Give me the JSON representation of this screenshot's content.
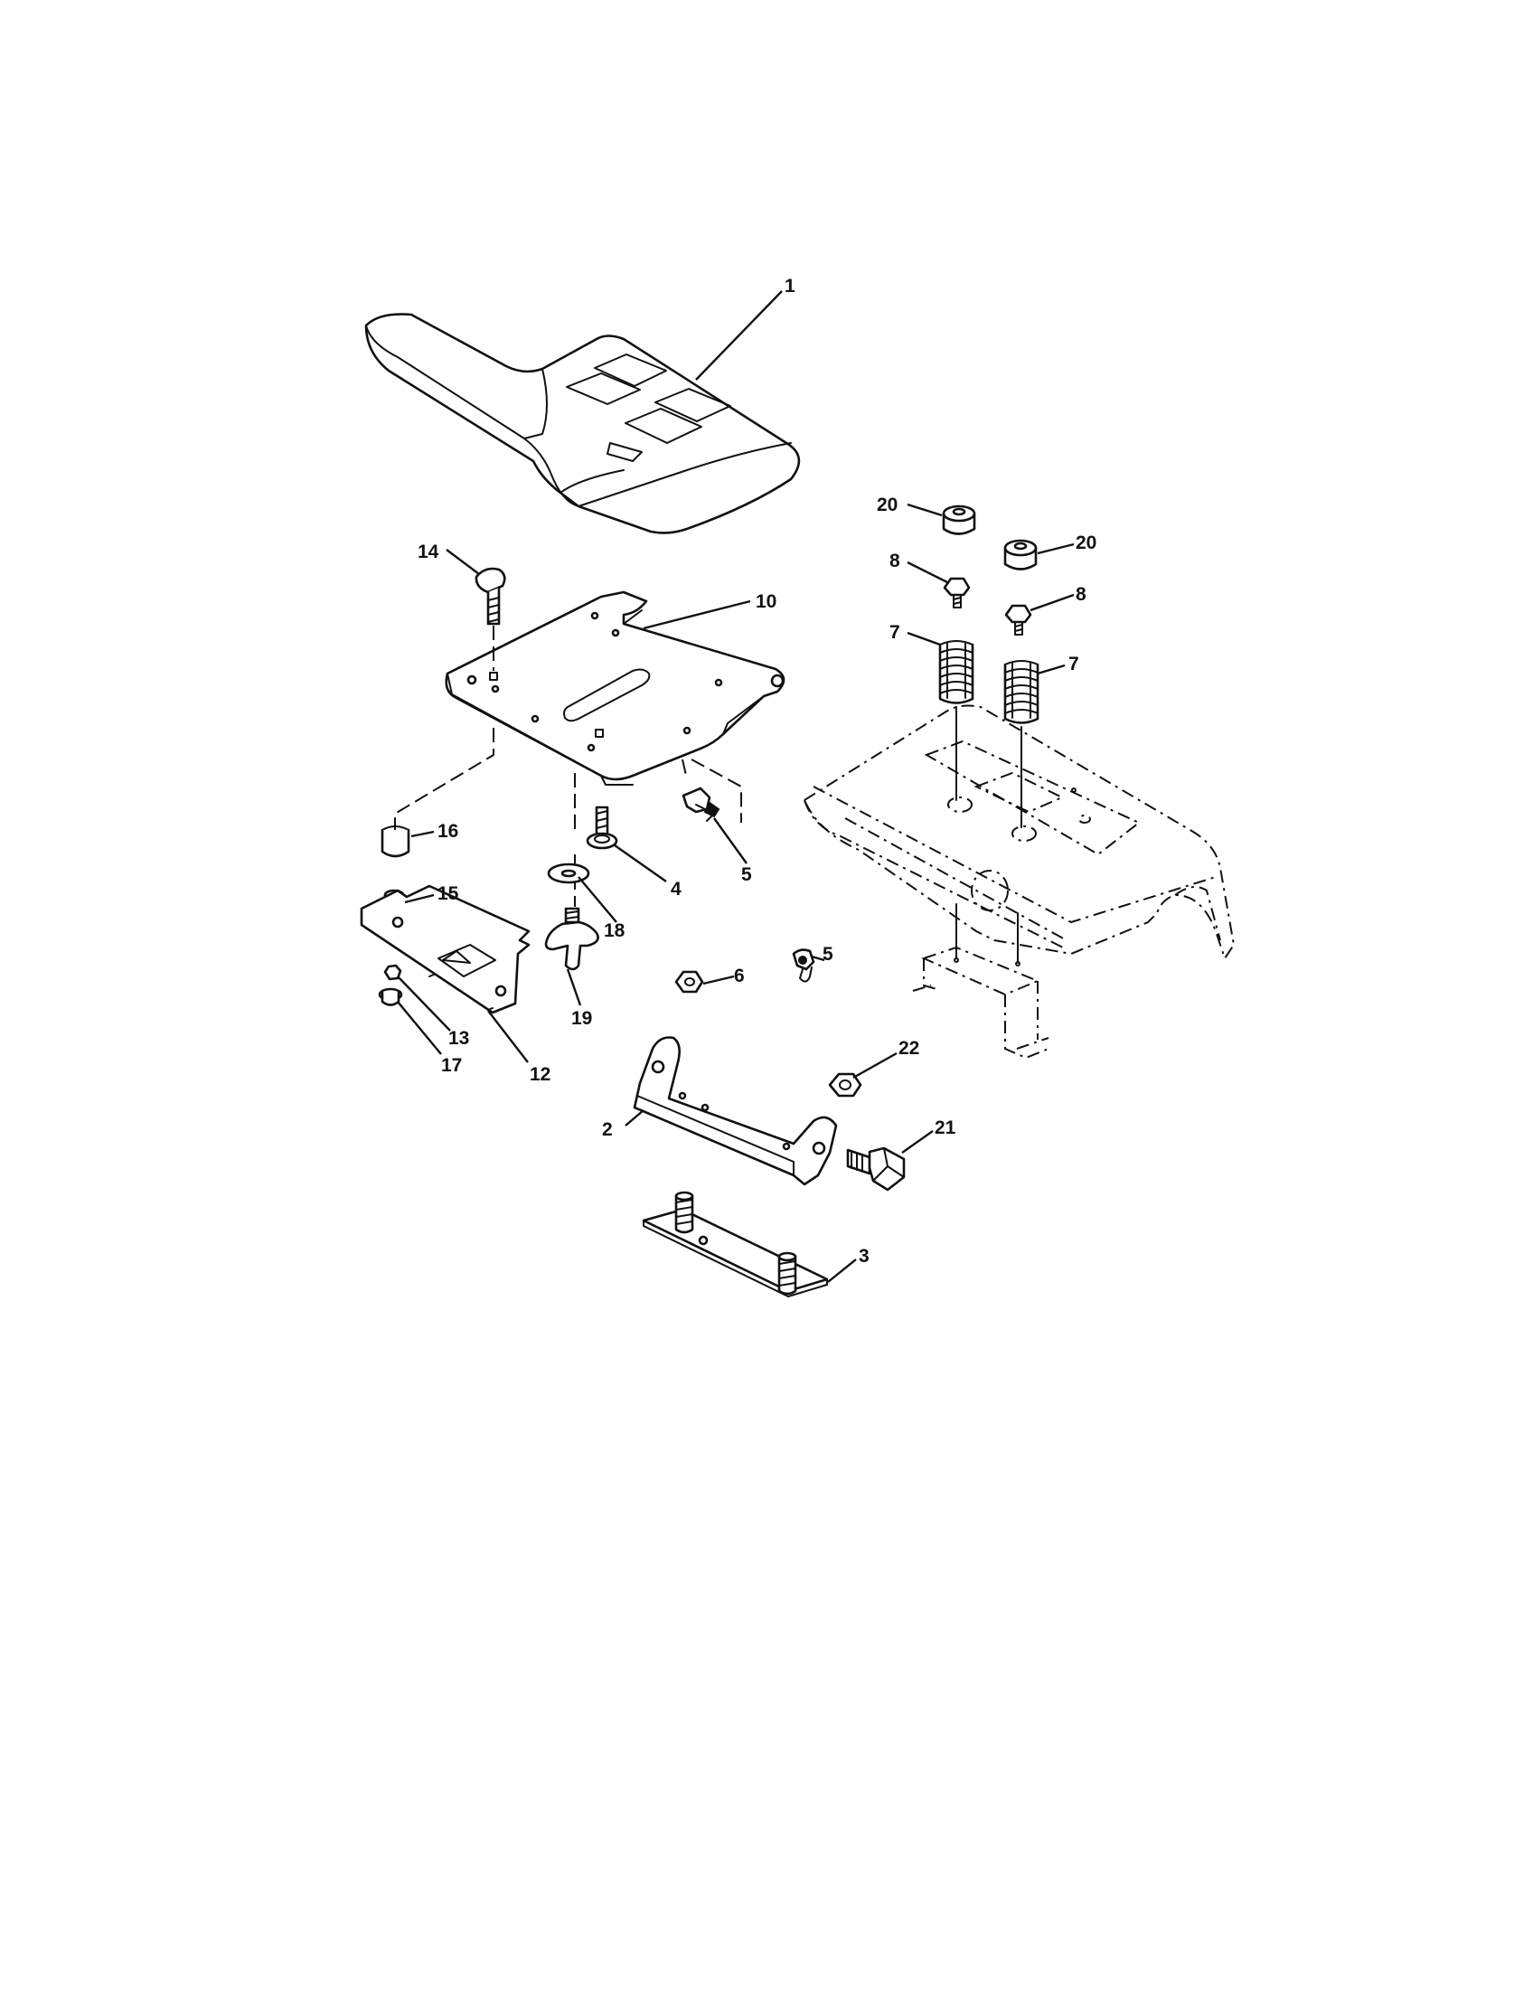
{
  "callouts": [
    {
      "id": "c1",
      "label": "1"
    },
    {
      "id": "c10",
      "label": "10"
    },
    {
      "id": "c14",
      "label": "14"
    },
    {
      "id": "c16",
      "label": "16"
    },
    {
      "id": "c15",
      "label": "15"
    },
    {
      "id": "c4",
      "label": "4"
    },
    {
      "id": "c5a",
      "label": "5"
    },
    {
      "id": "c18",
      "label": "18"
    },
    {
      "id": "c19",
      "label": "19"
    },
    {
      "id": "c13",
      "label": "13"
    },
    {
      "id": "c17",
      "label": "17"
    },
    {
      "id": "c12",
      "label": "12"
    },
    {
      "id": "c6",
      "label": "6"
    },
    {
      "id": "c5b",
      "label": "5"
    },
    {
      "id": "c22",
      "label": "22"
    },
    {
      "id": "c2",
      "label": "2"
    },
    {
      "id": "c21",
      "label": "21"
    },
    {
      "id": "c3",
      "label": "3"
    },
    {
      "id": "c20a",
      "label": "20"
    },
    {
      "id": "c20b",
      "label": "20"
    },
    {
      "id": "c8a",
      "label": "8"
    },
    {
      "id": "c8b",
      "label": "8"
    },
    {
      "id": "c7a",
      "label": "7"
    },
    {
      "id": "c7b",
      "label": "7"
    }
  ]
}
